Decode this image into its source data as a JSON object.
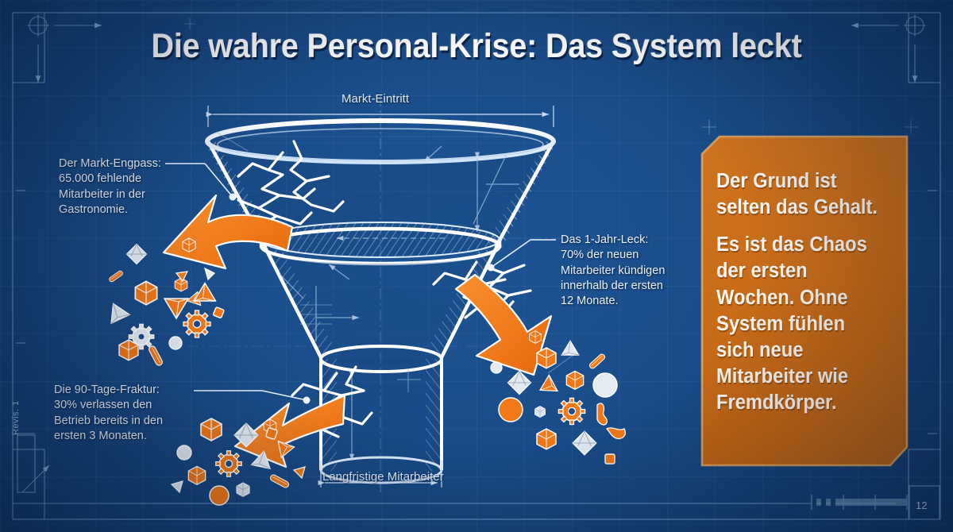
{
  "meta": {
    "bg_color": "#1a4c88",
    "accent_orange": "#f07818",
    "panel_orange": "#c96c18",
    "line_color": "#ffffff",
    "blueprint_line": "#9fc0e4"
  },
  "title": "Die wahre Personal-Krise: Das System leckt",
  "diagram": {
    "top_label": "Markt-Eintritt",
    "bottom_label": "Langfristige Mitarbeiter",
    "callouts": [
      {
        "id": "market-bottleneck",
        "lines": [
          "Der Markt-Engpass:",
          "65.000 fehlende",
          "Mitarbeiter in der",
          "Gastronomie."
        ]
      },
      {
        "id": "ninety-day-fracture",
        "lines": [
          "Die 90-Tage-Fraktur:",
          "30% verlassen den",
          "Betrieb bereits in den",
          "ersten 3 Monaten."
        ]
      },
      {
        "id": "one-year-leak",
        "lines": [
          "Das 1-Jahr-Leck:",
          "70% der neuen",
          "Mitarbeiter kündigen",
          "innerhalb der ersten",
          "12 Monate."
        ]
      }
    ]
  },
  "panel": {
    "paragraphs": [
      "Der Grund ist selten das Gehalt.",
      "Es ist das Chaos der ersten Wochen. Ohne System fühlen sich neue Mitarbeiter wie Fremdkörper."
    ]
  },
  "titleblock": {
    "revision": "Revis. 1",
    "sheet_number": "12"
  }
}
